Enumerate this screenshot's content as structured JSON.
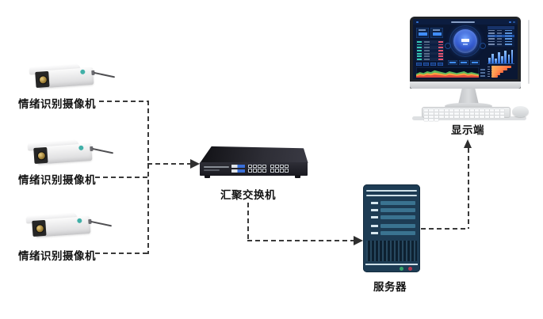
{
  "nodes": {
    "cameras": [
      {
        "id": "camera-1",
        "label": "情绪识别摄像机"
      },
      {
        "id": "camera-2",
        "label": "情绪识别摄像机"
      },
      {
        "id": "camera-3",
        "label": "情绪识别摄像机"
      }
    ],
    "switch": {
      "id": "switch",
      "label": "汇聚交换机"
    },
    "server": {
      "id": "server",
      "label": "服务器"
    },
    "display": {
      "id": "display",
      "label": "显示端"
    }
  },
  "connections": [
    {
      "from": "camera-1",
      "to": "switch"
    },
    {
      "from": "camera-2",
      "to": "switch"
    },
    {
      "from": "camera-3",
      "to": "switch"
    },
    {
      "from": "switch",
      "to": "server"
    },
    {
      "from": "server",
      "to": "display"
    }
  ],
  "style": {
    "background": "#ffffff",
    "edge_color": "#3a3a3a",
    "label_color": "#141414",
    "server_body": "#1d3c54",
    "server_bar": "#3a7390",
    "led_green": "#37a569",
    "led_red": "#b8374e"
  },
  "switch_illustration": {
    "port_count": 16,
    "port_rows": 2
  },
  "server_illustration": {
    "bay_row_tops": [
      21,
      30,
      39,
      50,
      59
    ]
  },
  "keyboard_illustration": {
    "key_count": 51
  },
  "dashboard": {
    "background": "#0a1733",
    "accent_blue": "#3f8dff",
    "teal": "#35c8b4",
    "red": "#e65570",
    "left_list_rows": 7,
    "tab_count": 4,
    "table_rows": 6,
    "table_highlight_row": 2,
    "bar_values": [
      40,
      70,
      35,
      80,
      55,
      95,
      65,
      100
    ],
    "hbar_values": [
      95,
      75,
      58,
      42,
      30
    ],
    "spectrum_profile": [
      4,
      6,
      5,
      7,
      6,
      8,
      7,
      6,
      5,
      7,
      6,
      5,
      6,
      7,
      5,
      6,
      5,
      4
    ],
    "spectrum_colors": {
      "green": "#5cb85c",
      "orange": "#ff9f40",
      "red": "#e0483e"
    }
  }
}
